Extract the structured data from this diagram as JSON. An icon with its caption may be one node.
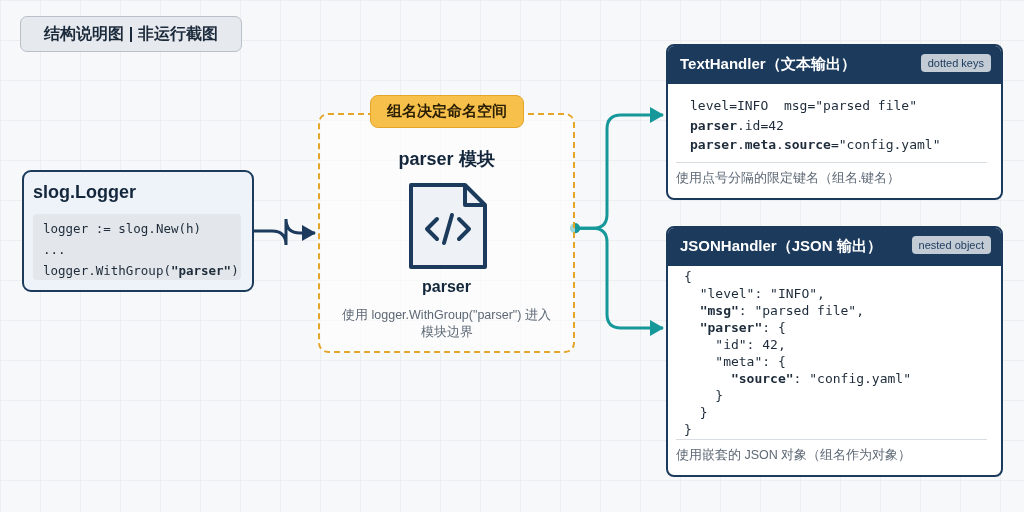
{
  "diagram": {
    "nodes": [
      {
        "text": [
          "slog.Logger",
          "logger := slog.New(h)",
          "...",
          "logger.WithGroup(**\"parser\"**)"
        ]
      },
      {
        "text": [
          "组名决定命名空间",
          "parser 模块",
          "parser",
          "使用 logger.WithGroup(\"parser\") 进入模块边界"
        ]
      },
      {
        "text": [
          "TextHandler（文本输出）",
          "dotted keys",
          "level=INFO  msg=\"parsed file\"",
          "**parser**.id=42",
          "**parser**.**meta**.**source**=\"config.yaml\"",
          "使用点号分隔的限定键名（组名.键名）"
        ]
      },
      {
        "text": [
          "JSONHandler（JSON 输出）",
          "nested object",
          "{",
          "  \"level\": \"INFO\",",
          "  **\"msg\"**: \"parsed file\",",
          "  **\"parser\"**: {",
          "    \"id\": 42,",
          "    \"meta\": {",
          "      **\"source\"**: \"config.yaml\"",
          "    }",
          "  }",
          "}",
          "使用嵌套的 JSON 对象（组名作为对象）"
        ]
      }
    ],
    "edges": [
      {
        "from": 0,
        "to": 1,
        "arrow": "to",
        "color": "#1b3a5c"
      },
      {
        "from": 1,
        "to": 2,
        "arrow": "to"
      },
      {
        "from": 1,
        "to": 3,
        "arrow": "to"
      }
    ],
    "labels": [
      "结构说明图 | 非运行截图"
    ]
  }
}
